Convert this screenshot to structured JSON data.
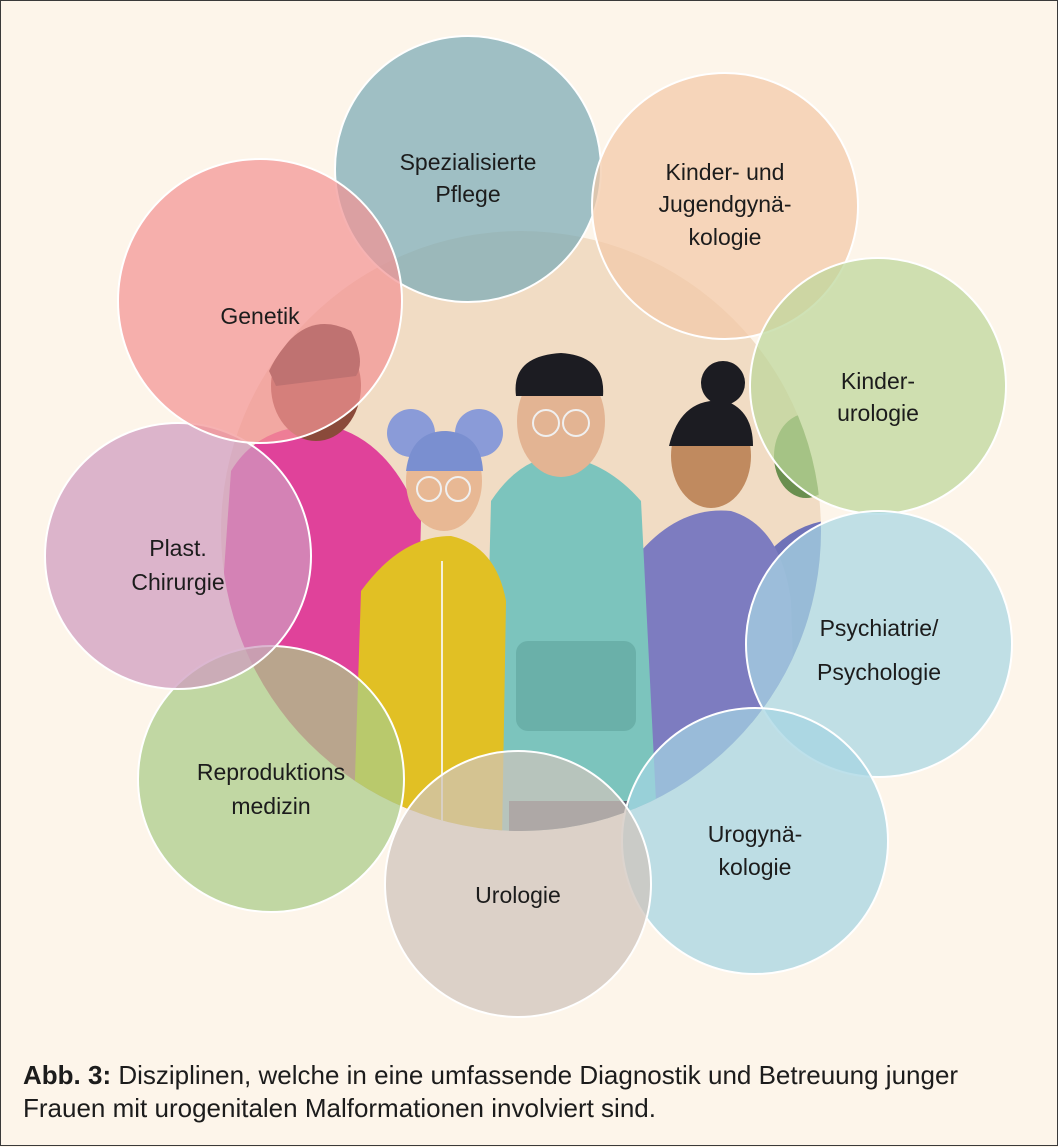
{
  "disciplines": [
    {
      "id": "spezialisierte-pflege",
      "lines": [
        "Spezialisierte",
        "Pflege"
      ],
      "color": "#7aaab6"
    },
    {
      "id": "kinder-und-jugendgynaekologie",
      "lines": [
        "Kinder- und",
        "Jugendgynä-",
        "kologie"
      ],
      "color": "#f3c9a8"
    },
    {
      "id": "kinderurologie",
      "lines": [
        "Kinder-",
        "urologie"
      ],
      "color": "#bcd79a"
    },
    {
      "id": "psychiatrie-psychologie",
      "lines": [
        "Psychiatrie/",
        "Psychologie"
      ],
      "color": "#a8d7e3"
    },
    {
      "id": "urogynaekologie",
      "lines": [
        "Urogynä-",
        "kologie"
      ],
      "color": "#a3d4e2"
    },
    {
      "id": "urologie",
      "lines": [
        "Urologie"
      ],
      "color": "#cec4bb"
    },
    {
      "id": "reproduktionsmedizin",
      "lines": [
        "Reproduktions",
        "medizin"
      ],
      "color": "#a9cc88"
    },
    {
      "id": "plast-chirurgie",
      "lines": [
        "Plast.",
        "Chirurgie"
      ],
      "color": "#cf9bbf"
    },
    {
      "id": "genetik",
      "lines": [
        "Genetik"
      ],
      "color": "#f29494"
    }
  ],
  "caption": {
    "label": "Abb. 3:",
    "text": " Disziplinen, welche in eine umfassende Diagnostik und Betreuung junger Frauen mit urogenitalen Malformationen involviert sind."
  }
}
